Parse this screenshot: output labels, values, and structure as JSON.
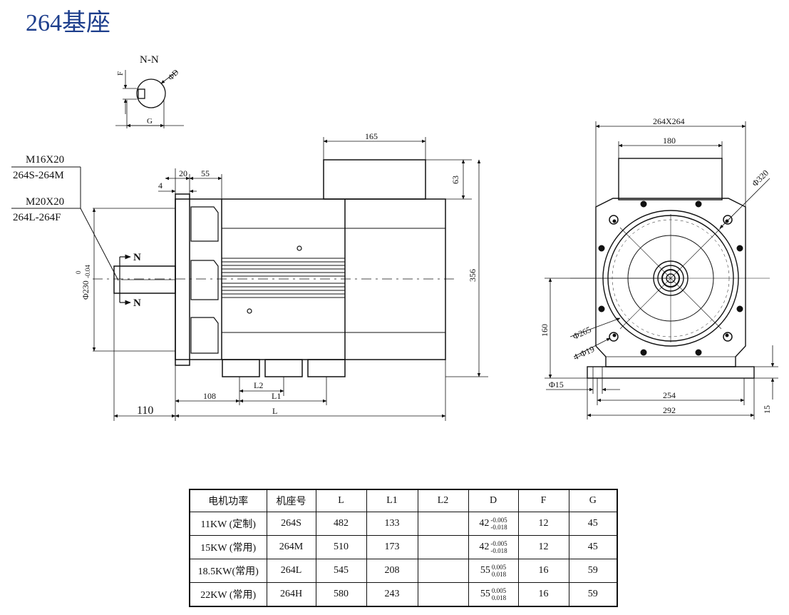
{
  "title": "264基座",
  "section_label": "N-N",
  "section_marks": {
    "top": "N",
    "bottom": "N"
  },
  "labels": {
    "thread_1": "M16X20",
    "models_1": "264S-264M",
    "thread_2": "M20X20",
    "models_2": "264L-264F",
    "F": "F",
    "G": "G",
    "phiD": "ΦD",
    "phi230": "Φ230",
    "phi230_tol_upper": "0",
    "phi230_tol_lower": "-0.04",
    "L": "L",
    "L1": "L1",
    "L2": "L2"
  },
  "dims": {
    "d165": "165",
    "d63": "63",
    "d356": "356",
    "d4": "4",
    "d20": "20",
    "d55": "55",
    "d108": "108",
    "d110": "110",
    "d264x264": "264X264",
    "d180": "180",
    "d320": "Φ320",
    "d160": "160",
    "d265": "Φ265",
    "d4phi19": "4-Φ19",
    "d15phi": "Φ15",
    "d254": "254",
    "d292": "292",
    "d15": "15"
  },
  "table": {
    "headers": [
      "电机功率",
      "机座号",
      "L",
      "L1",
      "L2",
      "D",
      "F",
      "G"
    ],
    "rows": [
      {
        "power": "11KW (定制)",
        "frame": "264S",
        "L": "482",
        "L1": "133",
        "L2": "",
        "D": "42",
        "D_upper": "-0.005",
        "D_lower": "-0.018",
        "F": "12",
        "G": "45"
      },
      {
        "power": "15KW (常用)",
        "frame": "264M",
        "L": "510",
        "L1": "173",
        "L2": "",
        "D": "42",
        "D_upper": "-0.005",
        "D_lower": "-0.018",
        "F": "12",
        "G": "45"
      },
      {
        "power": "18.5KW(常用)",
        "frame": "264L",
        "L": "545",
        "L1": "208",
        "L2": "",
        "D": "55",
        "D_upper": "0.005",
        "D_lower": "0.018",
        "F": "16",
        "G": "59"
      },
      {
        "power": "22KW (常用)",
        "frame": "264H",
        "L": "580",
        "L1": "243",
        "L2": "",
        "D": "55",
        "D_upper": "0.005",
        "D_lower": "0.018",
        "F": "16",
        "G": "59"
      }
    ]
  },
  "colors": {
    "title": "#1d3e8c",
    "line": "#111111"
  }
}
